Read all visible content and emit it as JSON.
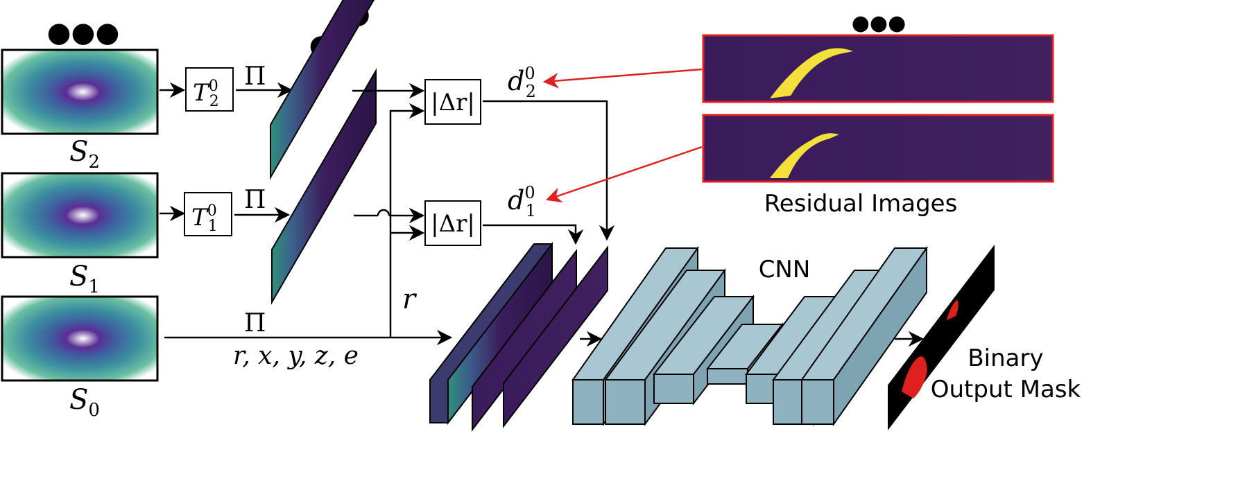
{
  "scans": [
    {
      "id": "S2",
      "label_base": "S",
      "label_sub": "2"
    },
    {
      "id": "S1",
      "label_base": "S",
      "label_sub": "1"
    },
    {
      "id": "S0",
      "label_base": "S",
      "label_sub": "0"
    }
  ],
  "transforms": [
    {
      "base": "T",
      "sub": "2",
      "sup": "0"
    },
    {
      "base": "T",
      "sub": "1",
      "sup": "0"
    }
  ],
  "projection_symbol": "Π",
  "abs_delta_r": "|Δr|",
  "diff_labels": [
    {
      "base": "d",
      "sub": "2",
      "sup": "0"
    },
    {
      "base": "d",
      "sub": "1",
      "sup": "0"
    }
  ],
  "range_label": "r",
  "channels_label": "r, x, y, z, e",
  "residual_images_label": "Residual Images",
  "cnn_label": "CNN",
  "output_label_line1": "Binary",
  "output_label_line2": "Output Mask",
  "colors": {
    "residual_border": "#e01f1f",
    "arrow_red": "#e01f1f",
    "cnn_fill": "#8fb2c1",
    "range_dark": "#3b1d5a",
    "range_green": "#2aa17a",
    "range_yellow": "#f3e03a",
    "scan_purple": "#4c2a85"
  }
}
